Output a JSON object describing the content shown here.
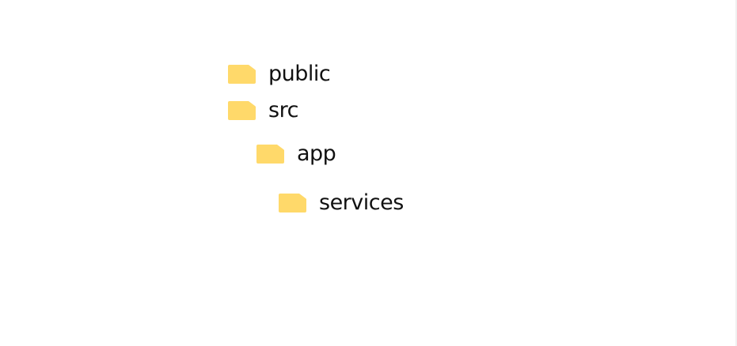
{
  "tree": {
    "items": [
      {
        "label": "public",
        "icon": "folder-icon",
        "depth": 0
      },
      {
        "label": "src",
        "icon": "folder-icon",
        "depth": 0
      },
      {
        "label": "app",
        "icon": "folder-icon",
        "depth": 1
      },
      {
        "label": "services",
        "icon": "folder-icon",
        "depth": 2
      }
    ]
  },
  "colors": {
    "folder": "#FFD96A",
    "folder_tab": "#F5C84C",
    "text": "#111111",
    "background": "#FFFFFF"
  }
}
